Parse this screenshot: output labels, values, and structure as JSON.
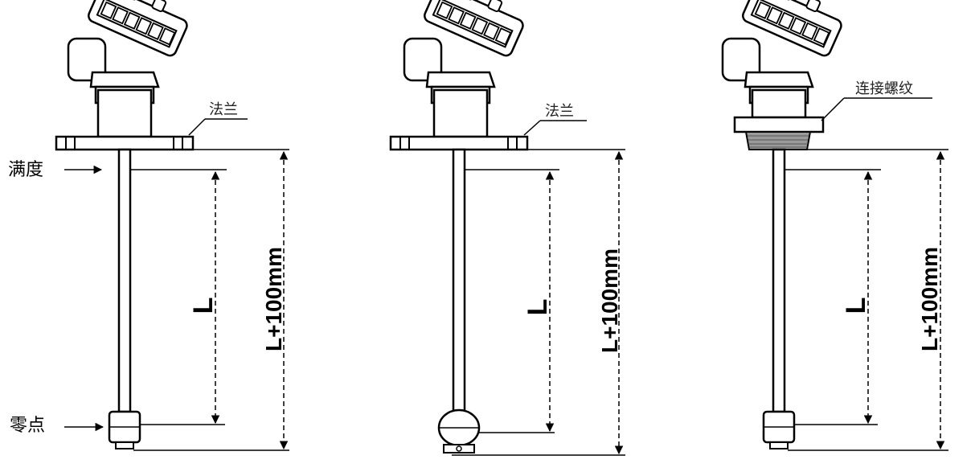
{
  "labels": {
    "flange": "法兰",
    "thread": "连接螺纹",
    "full_scale": "满度",
    "zero_point": "零点",
    "dim_l": "L",
    "dim_total": "L+100mm"
  },
  "colors": {
    "line": "#000000",
    "head_fill": "#ffffff",
    "thread_fill": "#9a9a9a"
  }
}
